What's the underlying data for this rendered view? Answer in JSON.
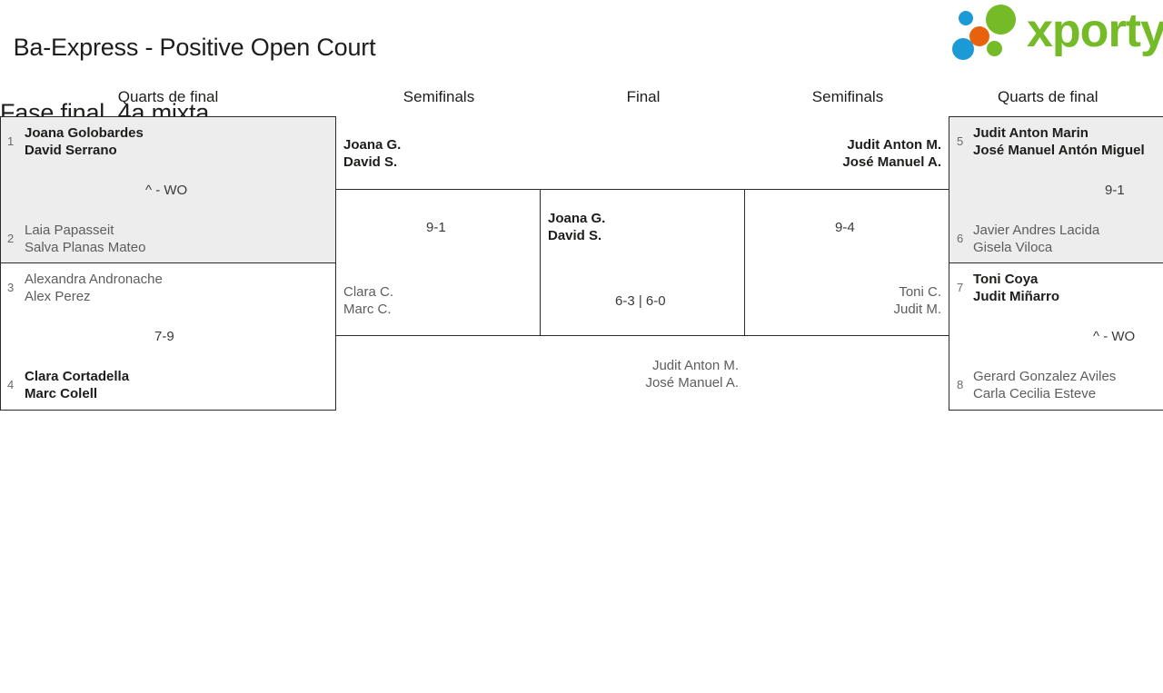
{
  "header": {
    "title_line1": "Ba-Express - Positive Open Court",
    "title_line2": "Fase final. 4a mixta",
    "brand": "xporty"
  },
  "rounds": [
    {
      "id": "qf-left",
      "label": "Quarts de final"
    },
    {
      "id": "sf-left",
      "label": "Semifinals"
    },
    {
      "id": "final",
      "label": "Final"
    },
    {
      "id": "sf-right",
      "label": "Semifinals"
    },
    {
      "id": "qf-right",
      "label": "Quarts de final"
    }
  ],
  "matches": {
    "qf1": {
      "top": {
        "seed": "1",
        "player1": "Joana Golobardes",
        "player2": "David Serrano",
        "result": "winner"
      },
      "bottom": {
        "seed": "2",
        "player1": "Laia Papasseit",
        "player2": "Salva Planas Mateo",
        "result": "loser"
      },
      "score": "^ - WO"
    },
    "qf2": {
      "top": {
        "seed": "3",
        "player1": "Alexandra Andronache",
        "player2": "Alex Perez",
        "result": "loser"
      },
      "bottom": {
        "seed": "4",
        "player1": "Clara Cortadella",
        "player2": "Marc Colell",
        "result": "winner"
      },
      "score": "7-9"
    },
    "qf3": {
      "top": {
        "seed": "5",
        "player1": "Judit Anton Marin",
        "player2": "José Manuel Antón Miguel",
        "result": "winner"
      },
      "bottom": {
        "seed": "6",
        "player1": "Javier Andres Lacida",
        "player2": "Gisela Viloca",
        "result": "loser"
      },
      "score": "9-1"
    },
    "qf4": {
      "top": {
        "seed": "7",
        "player1": "Toni Coya",
        "player2": "Judit Miñarro",
        "result": "winner"
      },
      "bottom": {
        "seed": "8",
        "player1": "Gerard Gonzalez Aviles",
        "player2": "Carla Cecilia Esteve",
        "result": "loser"
      },
      "score": "^ - WO"
    },
    "sf1": {
      "top": {
        "player1": "Joana G.",
        "player2": "David S.",
        "result": "winner"
      },
      "bottom": {
        "player1": "Clara C.",
        "player2": "Marc C.",
        "result": "loser"
      },
      "score": "9-1"
    },
    "sf2": {
      "top": {
        "player1": "Judit Anton M.",
        "player2": "José Manuel A.",
        "result": "winner"
      },
      "bottom": {
        "player1": "Toni C.",
        "player2": "Judit M.",
        "result": "loser"
      },
      "score": "9-4"
    },
    "final": {
      "top": {
        "player1": "Joana G.",
        "player2": "David S.",
        "result": "winner"
      },
      "bottom": {
        "player1": "Judit Anton M.",
        "player2": "José Manuel A.",
        "result": "loser"
      },
      "score": "6-3 | 6-0"
    }
  },
  "colors": {
    "brand_green": "#74bb27",
    "brand_blue": "#1c9ad6",
    "brand_orange": "#e8620c",
    "box_border": "#2b2b2b",
    "box_shaded": "#ededed",
    "winner_text": "#1d1d1b",
    "loser_text": "#5d5d5d"
  }
}
